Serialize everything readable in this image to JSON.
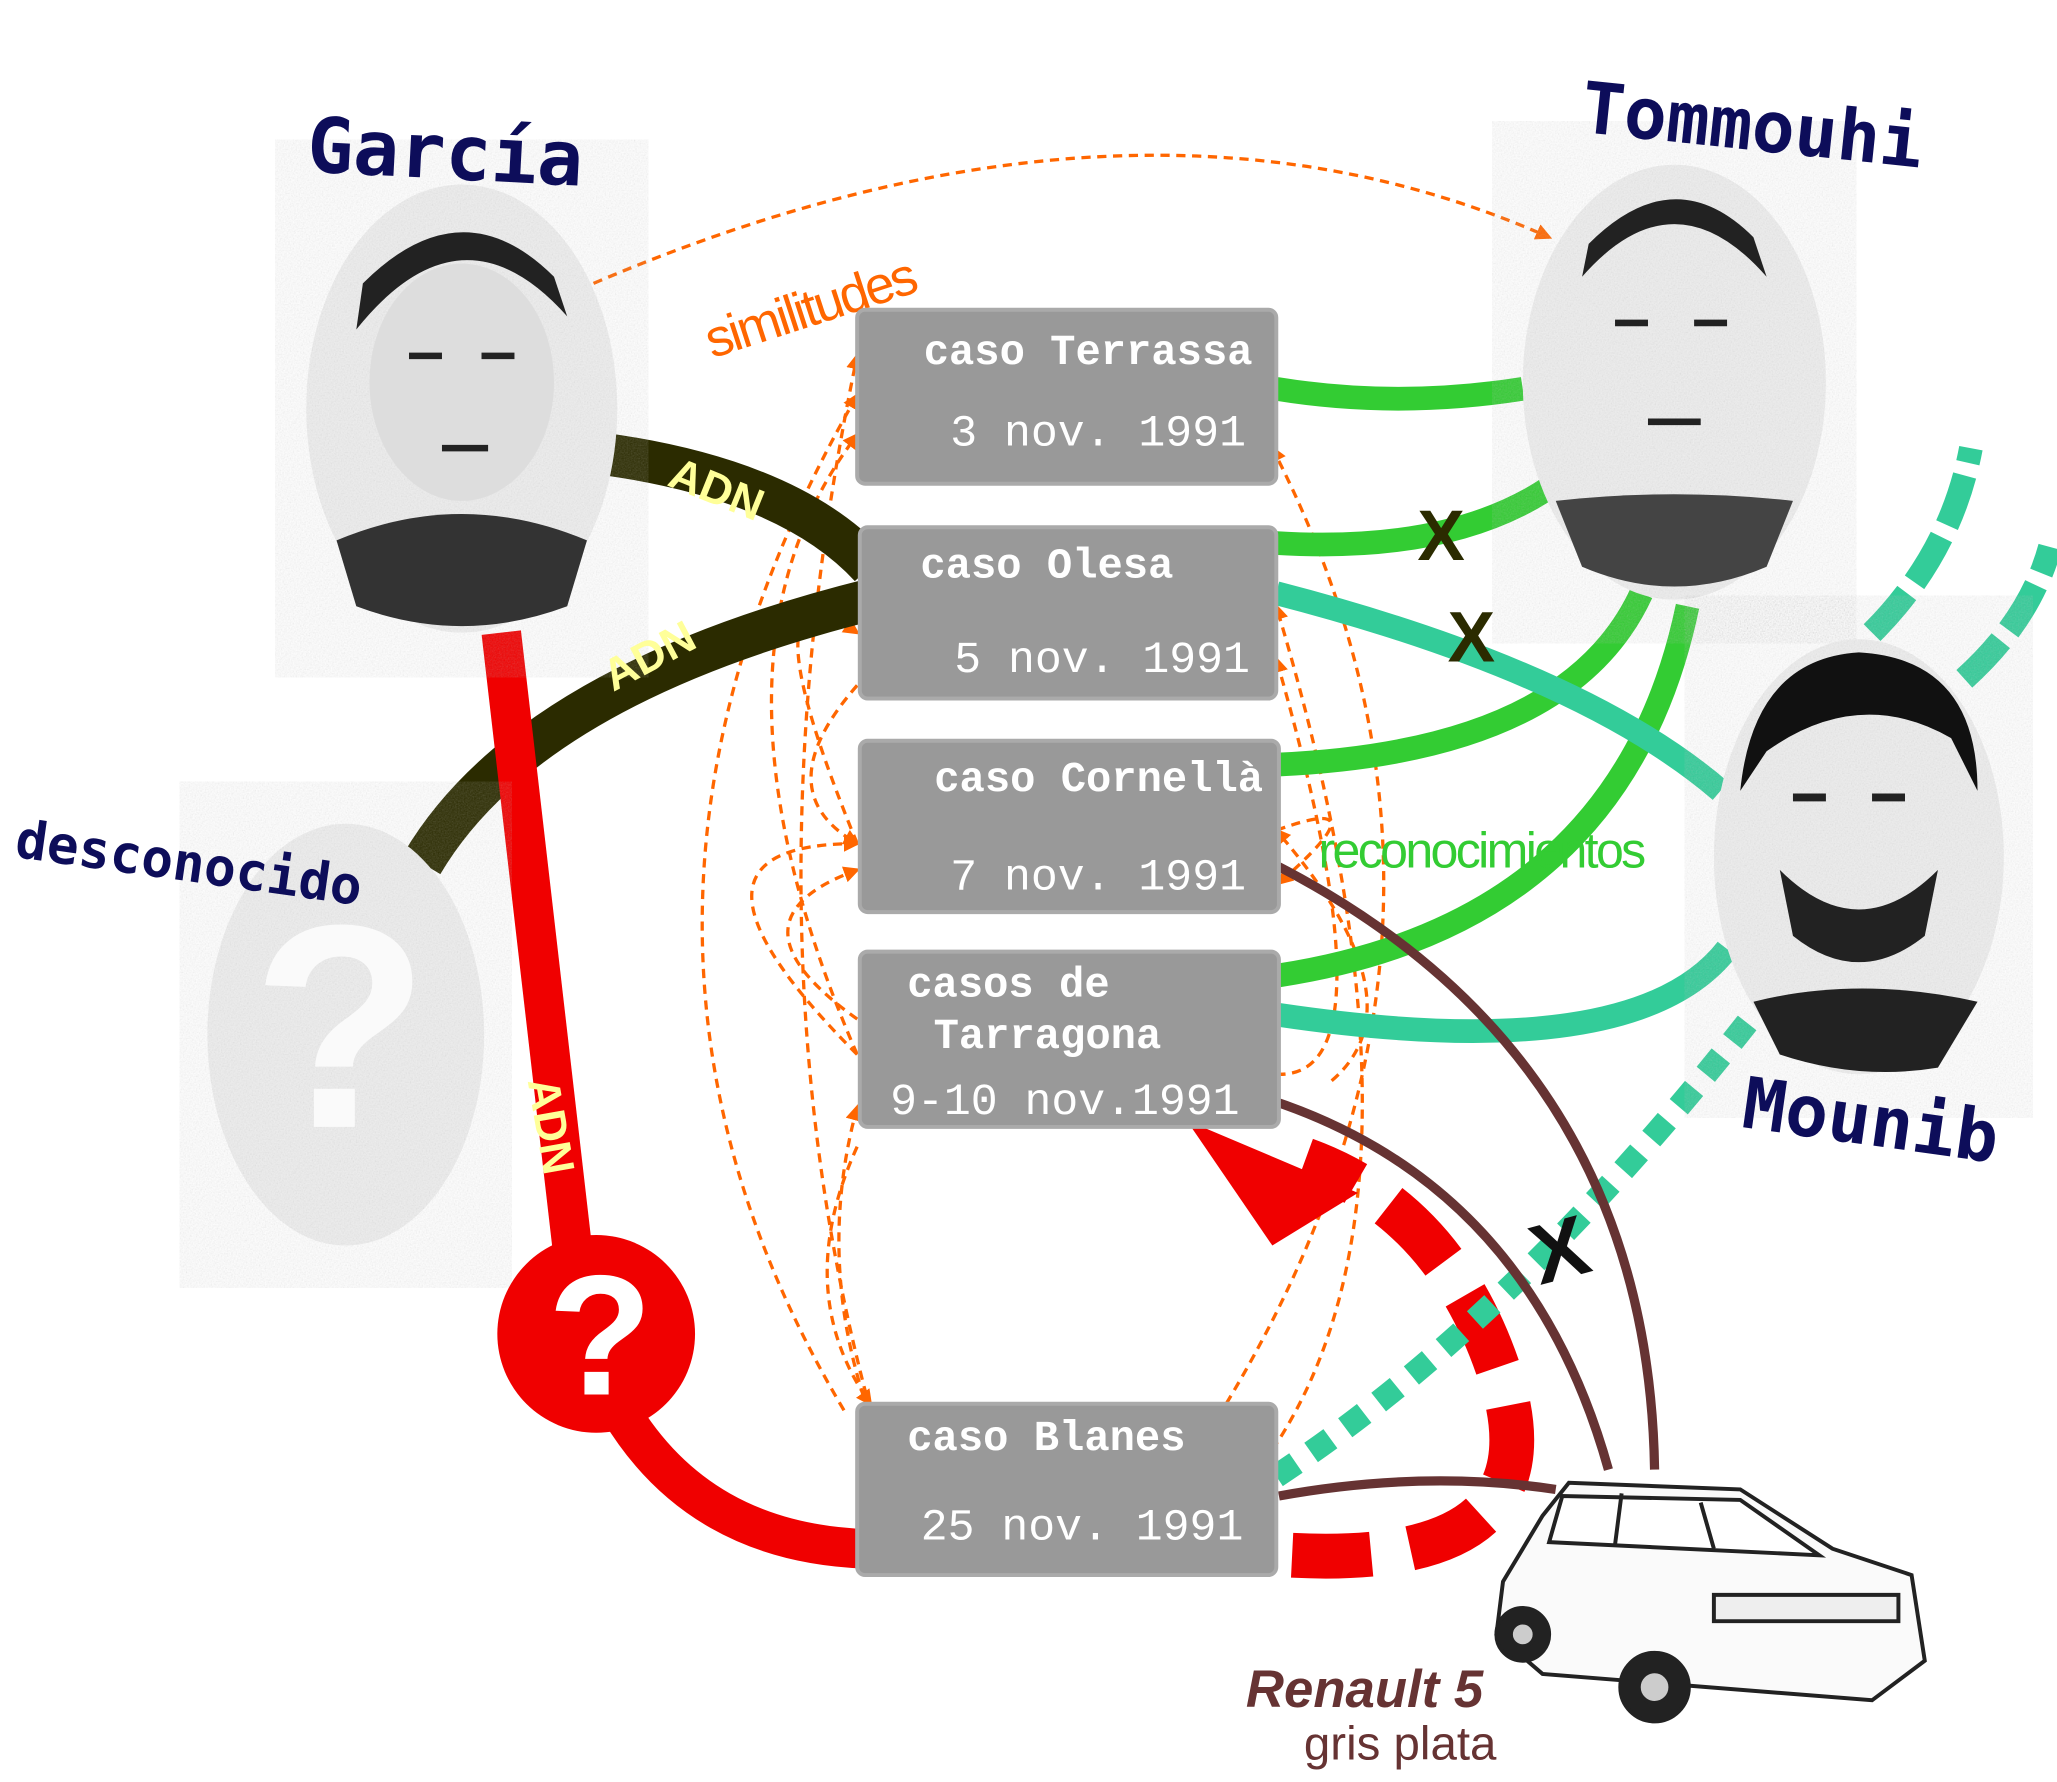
{
  "people": {
    "garcia": "García",
    "tommouhi": "Tommouhi",
    "mounib": "Mounib",
    "unknown": "desconocido",
    "unknown_mark": "?"
  },
  "cases": [
    {
      "title": "caso Terrassa",
      "date": "3 nov. 1991"
    },
    {
      "title": "caso Olesa",
      "date": "5 nov. 1991"
    },
    {
      "title": "caso Cornellà",
      "date": "7 nov. 1991"
    },
    {
      "title_line1": "casos de",
      "title_line2": "Tarragona",
      "date": "9-10 nov.1991"
    },
    {
      "title": "caso Blanes",
      "date": "25 nov. 1991"
    }
  ],
  "labels": {
    "similarities": "similitudes",
    "dna": "ADN",
    "recognitions": "reconocimientos",
    "rejected_mark": "X",
    "question_mark": "?"
  },
  "car": {
    "model": "Renault 5",
    "color": "gris plata"
  },
  "colors": {
    "dna_dark": "#2b2b00",
    "dna_red": "#f00000",
    "recognition_green": "#33cc33",
    "recognition_teal": "#33cc99",
    "car_link": "#663333",
    "similarity_orange": "#ff6600",
    "case_box": "#999999"
  }
}
